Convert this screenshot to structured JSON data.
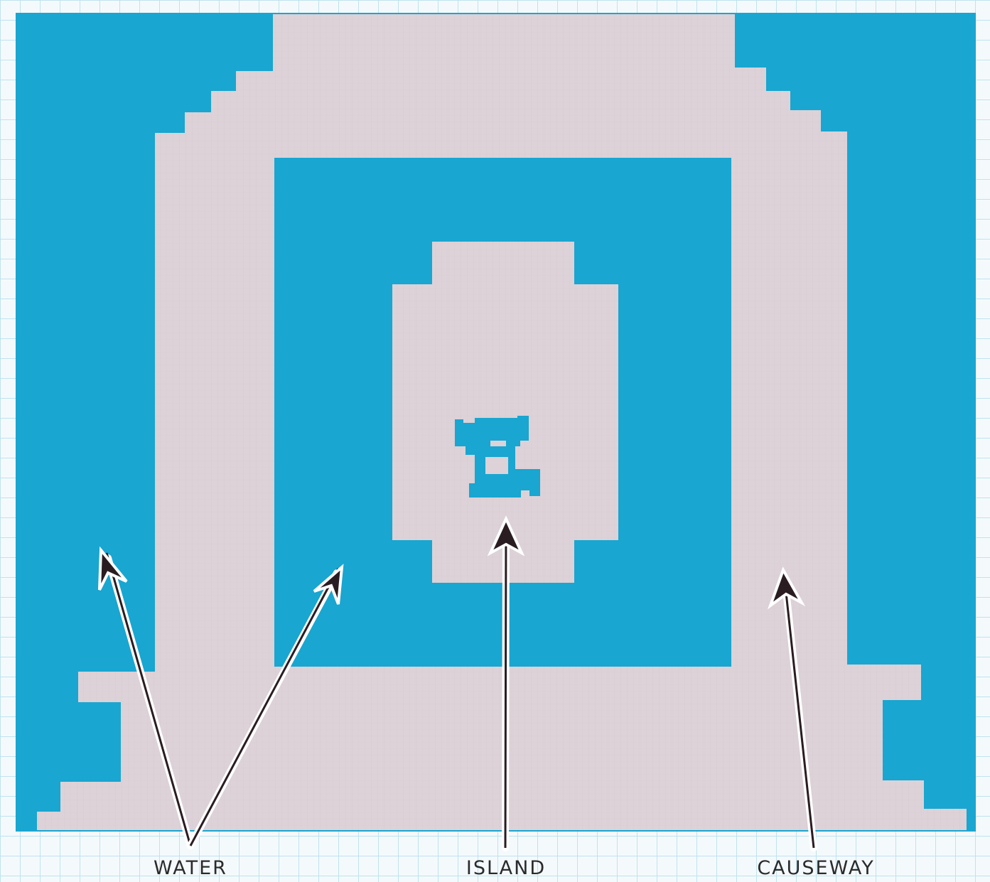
{
  "colors": {
    "water": "#19a6d0",
    "land": "#dcd2d8",
    "grid": "#bfe3ee",
    "arrow_outline": "#ffffff",
    "arrow_core": "#2a1d22",
    "label_text": "#2b2b2b"
  },
  "labels": {
    "water": "WATER",
    "island": "ISLAND",
    "causeway": "CAUSEWAY"
  },
  "icons": {
    "player_sprite": "car-sprite-icon"
  }
}
